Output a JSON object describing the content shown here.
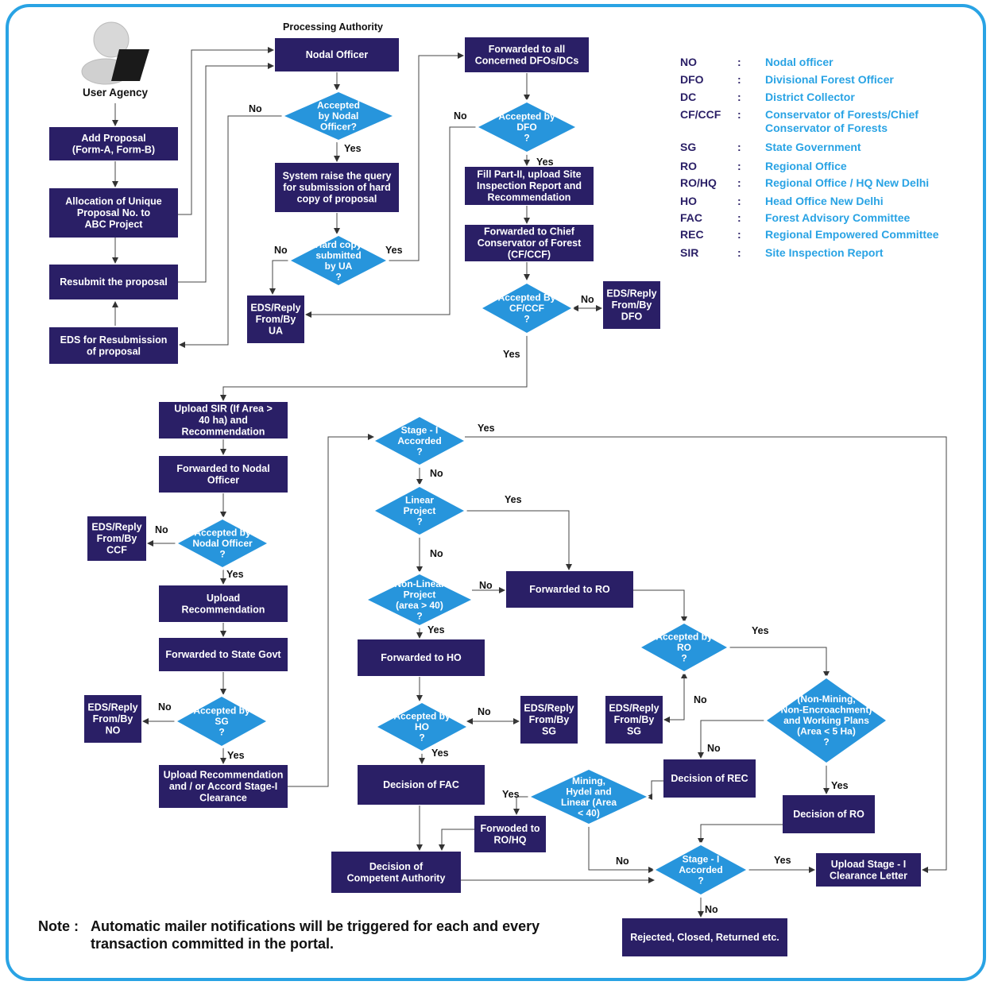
{
  "header": {
    "processing_authority": "Processing Authority",
    "user_agency": "User Agency"
  },
  "colors": {
    "box": "#2a1f66",
    "diamond": "#2795dc",
    "frame": "#29a3e4",
    "legend_abbr": "#2a1f66",
    "legend_def": "#29a3e4"
  },
  "legend": [
    {
      "abbr": "NO",
      "def": "Nodal officer"
    },
    {
      "abbr": "DFO",
      "def": "Divisional Forest Officer"
    },
    {
      "abbr": "DC",
      "def": "District Collector"
    },
    {
      "abbr": "CF/CCF",
      "def": "Conservator of Forests/Chief Conservator of Forests"
    },
    {
      "abbr": "SG",
      "def": "State Government"
    },
    {
      "abbr": "RO",
      "def": "Regional Office"
    },
    {
      "abbr": "RO/HQ",
      "def": "Regional Office / HQ New Delhi"
    },
    {
      "abbr": "HO",
      "def": "Head Office New Delhi"
    },
    {
      "abbr": "FAC",
      "def": "Forest Advisory Committee"
    },
    {
      "abbr": "REC",
      "def": "Regional Empowered Committee"
    },
    {
      "abbr": "SIR",
      "def": "Site Inspection Report"
    }
  ],
  "legend_separator": ":",
  "nodes": {
    "add_proposal": [
      "Add Proposal",
      "(Form-A, Form-B)"
    ],
    "allocation": [
      "Allocation of Unique",
      "Proposal No. to",
      "ABC Project"
    ],
    "resubmit": [
      "Resubmit the proposal"
    ],
    "eds_resubmission": [
      "EDS for Resubmission",
      "of proposal"
    ],
    "nodal_officer": [
      "Nodal Officer"
    ],
    "accepted_nodal": [
      "Accepted",
      "by Nodal",
      "Officer?"
    ],
    "system_raise": [
      "System raise the query",
      "for submission of hard",
      "copy of proposal"
    ],
    "hard_copy": [
      "Hard copy",
      "submitted",
      "by UA",
      "?"
    ],
    "eds_ua": [
      "EDS/Reply",
      "From/By",
      "UA"
    ],
    "fwd_dfos": [
      "Forwarded to all",
      "Concerned DFOs/DCs"
    ],
    "accepted_dfo": [
      "Accepted by",
      "DFO",
      "?"
    ],
    "fill_part2": [
      "Fill Part-II, upload Site",
      "Inspection Report and",
      "Recommendation"
    ],
    "fwd_ccf": [
      "Forwarded to Chief",
      "Conservator of Forest",
      "(CF/CCF)"
    ],
    "accepted_ccf": [
      "Accepted By",
      "CF/CCF",
      "?"
    ],
    "eds_dfo": [
      "EDS/Reply",
      "From/By",
      "DFO"
    ],
    "upload_sir": [
      "Upload SIR (If Area >",
      "40 ha) and",
      "Recommendation"
    ],
    "fwd_nodal": [
      "Forwarded to Nodal",
      "Officer"
    ],
    "eds_ccf": [
      "EDS/Reply",
      "From/By",
      "CCF"
    ],
    "accepted_nodal2": [
      "Accepted by",
      "Nodal Officer",
      "?"
    ],
    "upload_rec": [
      "Upload",
      "Recommendation"
    ],
    "fwd_state": [
      "Forwarded to State Govt"
    ],
    "eds_no": [
      "EDS/Reply",
      "From/By",
      "NO"
    ],
    "accepted_sg": [
      "Accepted by",
      "SG",
      "?"
    ],
    "upload_rec_accord": [
      "Upload Recommendation",
      "and / or Accord Stage-I",
      "Clearance"
    ],
    "stage1_top": [
      "Stage - I",
      "Accorded",
      "?"
    ],
    "linear": [
      "Linear",
      "Project",
      "?"
    ],
    "nonlinear": [
      "Non-Linear",
      "Project",
      "(area > 40)",
      "?"
    ],
    "fwd_ro": [
      "Forwarded to RO"
    ],
    "fwd_ho": [
      "Forwarded to HO"
    ],
    "accepted_ho": [
      "Accepted by",
      "HO",
      "?"
    ],
    "eds_sg1": [
      "EDS/Reply",
      "From/By",
      "SG"
    ],
    "decision_fac": [
      "Decision of FAC"
    ],
    "accepted_ro": [
      "Accepted by",
      "RO",
      "?"
    ],
    "eds_sg2": [
      "EDS/Reply",
      "From/By",
      "SG"
    ],
    "nonmining": [
      "(Non-Mining,",
      "Non-Encroachment)",
      "and Working Plans",
      "(Area < 5 Ha)",
      "?"
    ],
    "decision_rec": [
      "Decision of REC"
    ],
    "mining": [
      "Mining,",
      "Hydel and",
      "Linear (Area",
      "< 40)"
    ],
    "decision_ro": [
      "Decision of RO"
    ],
    "fwd_rohq": [
      "Forwoded to",
      "RO/HQ"
    ],
    "decision_ca": [
      "Decision of",
      "Competent Authority"
    ],
    "stage1_bottom": [
      "Stage - I",
      "Accorded",
      "?"
    ],
    "upload_letter": [
      "Upload Stage - I",
      "Clearance Letter"
    ],
    "rejected": [
      "Rejected, Closed, Returned etc."
    ]
  },
  "edge_labels": {
    "yes": "Yes",
    "no": "No"
  },
  "note": {
    "label": "Note :",
    "text": "Automatic mailer notifications will be triggered for each and every transaction committed in the portal."
  }
}
